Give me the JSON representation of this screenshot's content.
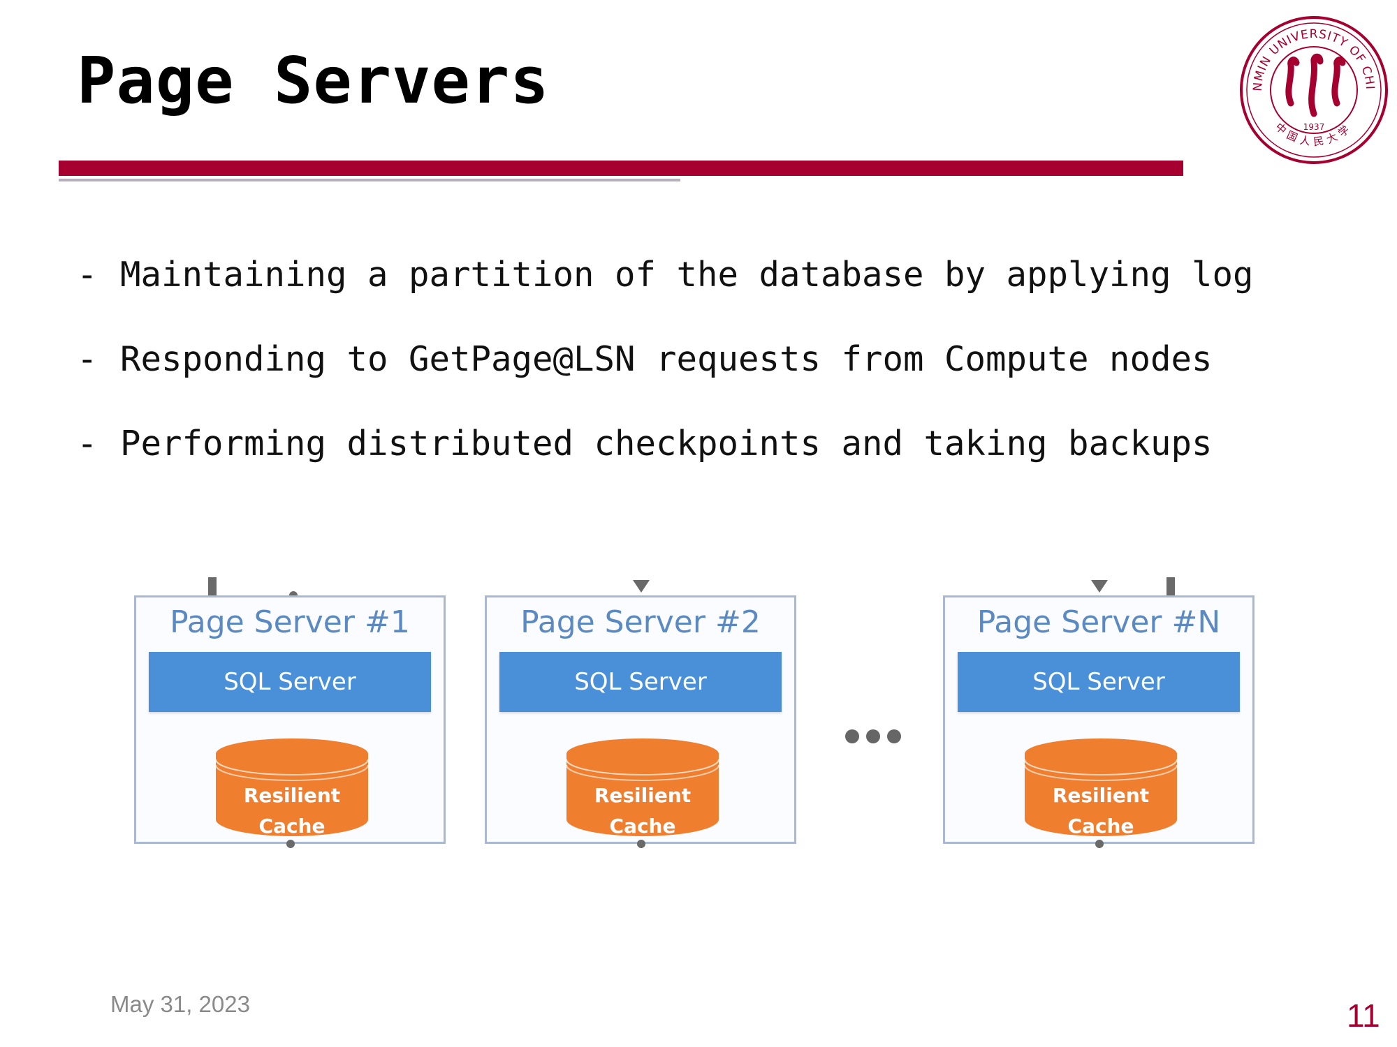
{
  "slide": {
    "title": "Page Servers",
    "bullets": [
      "Maintaining a partition of the database by applying log",
      "Responding to GetPage@LSN requests from Compute nodes",
      "Performing distributed checkpoints and taking backups"
    ],
    "bullet_marker": "-",
    "footer": {
      "date": "May 31, 2023",
      "page_number": "11"
    },
    "logo": {
      "icon": "renmin-university-seal-icon",
      "text": "RENMIN UNIVERSITY OF CHINA",
      "year": "1937",
      "chinese_name": "中国人民大学"
    }
  },
  "diagram": {
    "page_servers": [
      {
        "title": "Page Server #1",
        "engine": "SQL Server",
        "cache_line1": "Resilient",
        "cache_line2": "Cache"
      },
      {
        "title": "Page Server #2",
        "engine": "SQL Server",
        "cache_line1": "Resilient",
        "cache_line2": "Cache"
      },
      {
        "title": "Page Server #N",
        "engine": "SQL Server",
        "cache_line1": "Resilient",
        "cache_line2": "Cache"
      }
    ],
    "ellipsis_icon": "ellipsis-icon"
  },
  "colors": {
    "accent_red": "#a50030",
    "rule_gray": "#b7b0bc",
    "box_border": "#a9b9d3",
    "title_blue": "#5b89c2",
    "sql_blue": "#4a90d9",
    "cache_orange": "#ef7f2e"
  }
}
